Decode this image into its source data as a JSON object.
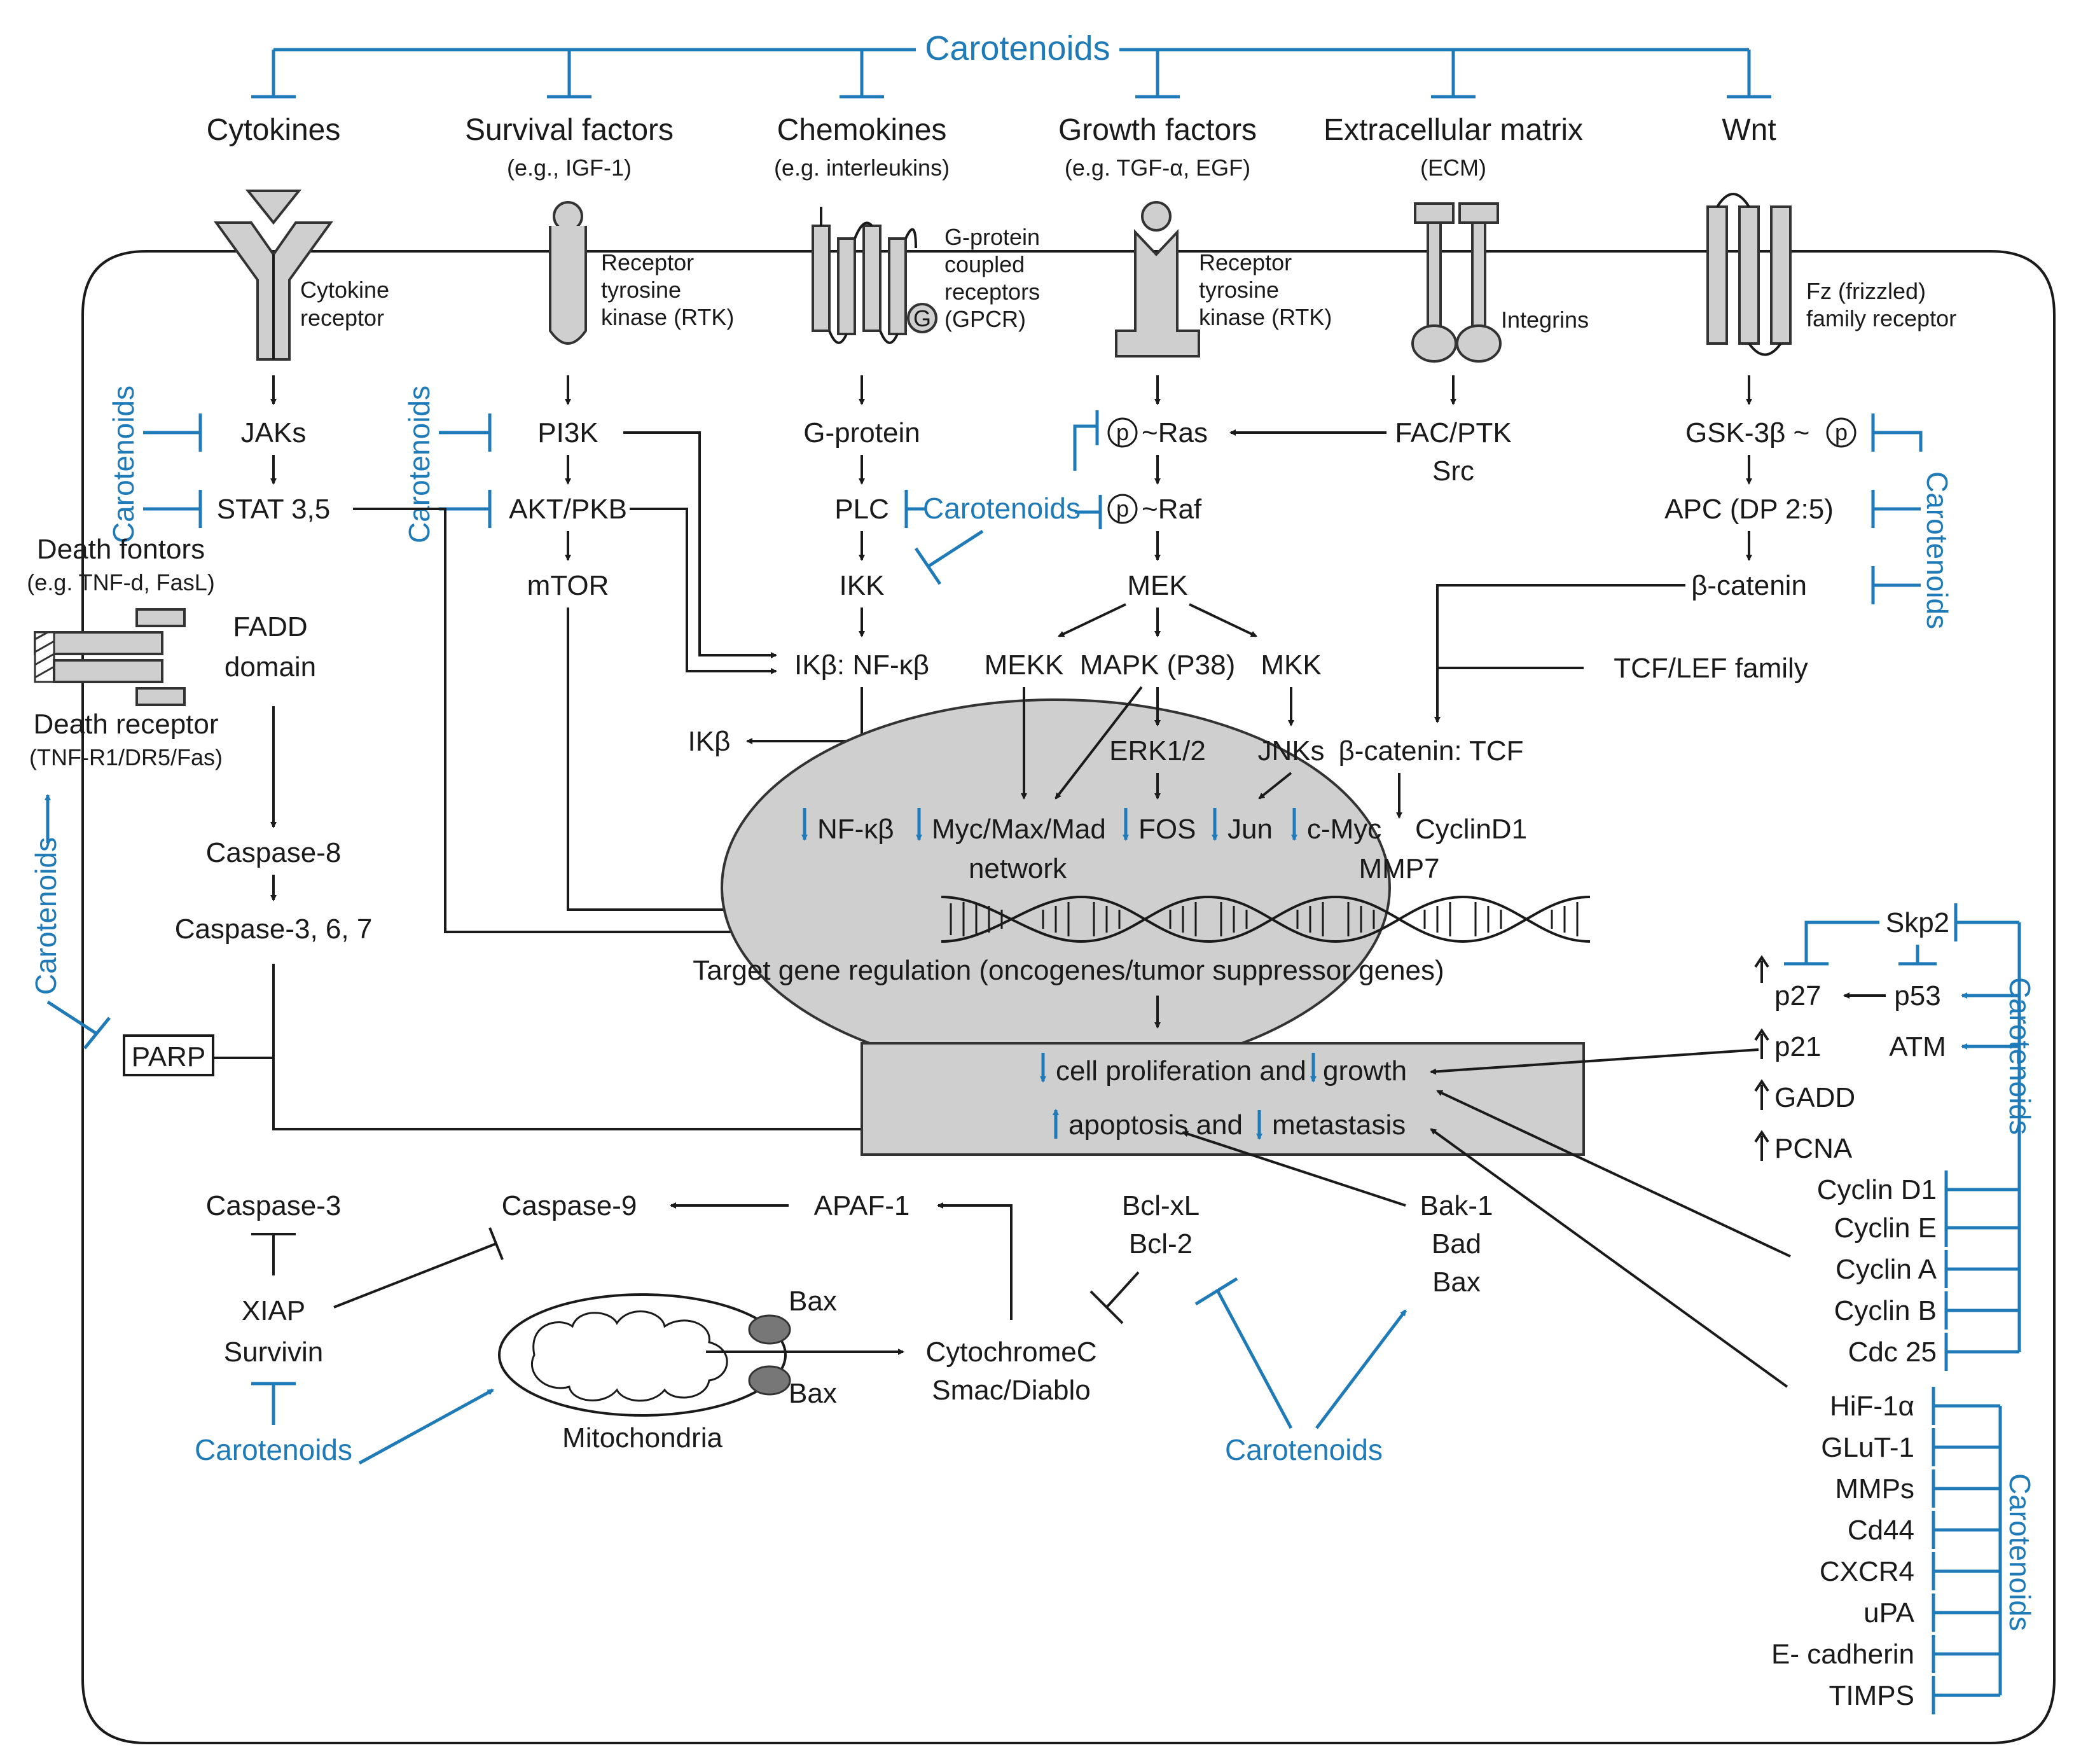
{
  "colors": {
    "inhibitor": "#1f7ab8",
    "nucleus_fill": "#cfcfcf",
    "line": "#1a1a1a"
  },
  "carotenoids_label": "Carotenoids",
  "ligands": [
    {
      "name": "Cytokines",
      "sub": ""
    },
    {
      "name": "Survival factors",
      "sub": "(e.g., IGF-1)"
    },
    {
      "name": "Chemokines",
      "sub": "(e.g. interleukins)"
    },
    {
      "name": "Growth factors",
      "sub": "(e.g. TGF-α, EGF)"
    },
    {
      "name": "Extracellular matrix",
      "sub": "(ECM)"
    },
    {
      "name": "Wnt",
      "sub": ""
    }
  ],
  "receptors": {
    "cytokine": [
      "Cytokine",
      "receptor"
    ],
    "rtk1": [
      "Receptor",
      "tyrosine",
      "kinase (RTK)"
    ],
    "gpcr": [
      "G-protein",
      "coupled",
      "receptors",
      "(GPCR)"
    ],
    "gpcr_g": "G",
    "rtk2": [
      "Receptor",
      "tyrosine",
      "kinase (RTK)"
    ],
    "integrins": "Integrins",
    "fz": [
      "Fz (frizzled)",
      "family receptor"
    ]
  },
  "nodes": {
    "jaks": "JAKs",
    "stat": "STAT 3,5",
    "death_fontors": "Death fontors",
    "death_fontors_sub": "(e.g. TNF-d, FasL)",
    "fadd": [
      "FADD",
      "domain"
    ],
    "death_receptor": "Death receptor",
    "death_receptor_sub": "(TNF-R1/DR5/Fas)",
    "casp8": "Caspase-8",
    "casp367": "Caspase-3, 6, 7",
    "parp": "PARP",
    "pi3k": "PI3K",
    "akt": "AKT/PKB",
    "mtor": "mTOR",
    "gprotein": "G-protein",
    "plc": "PLC",
    "ikk": "IKK",
    "ikb_nfkb": "IKβ: NF-κβ",
    "ikb": "IKβ",
    "ras": "~Ras",
    "raf": "~Raf",
    "p_symbol": "p",
    "mek": "MEK",
    "mekk": "MEKK",
    "mapk": "MAPK (P38)",
    "mkk": "MKK",
    "fac": "FAC/PTK",
    "src": "Src",
    "gsk": "GSK-3β ~",
    "apc": "APC (DP 2:5)",
    "bcat": "β-catenin",
    "tcf_lef": "TCF/LEF family",
    "erk": "ERK1/2",
    "jnks": "JNKs",
    "bcat_tcf": "β-catenin: TCF",
    "nfkb": "NF-κβ",
    "myc_net": "Myc/Max/Mad",
    "network": "network",
    "fos": "FOS",
    "jun": "Jun",
    "cmyc": "c-Myc",
    "cyclind1": "CyclinD1",
    "mmp7": "MMP7",
    "target": "Target gene regulation (oncogenes/tumor suppressor genes)",
    "prolif_a": "cell proliferation and",
    "prolif_b": "growth",
    "apop_a": "apoptosis and",
    "apop_b": "metastasis",
    "casp3": "Caspase-3",
    "casp9": "Caspase-9",
    "apaf": "APAF-1",
    "xiap": "XIAP",
    "survivin": "Survivin",
    "mito": "Mitochondria",
    "bax": "Bax",
    "cytc": "CytochromeC",
    "smac": "Smac/Diablo",
    "bclxl": "Bcl-xL",
    "bcl2": "Bcl-2",
    "bak1": "Bak-1",
    "bad": "Bad",
    "bax2": "Bax",
    "skp2": "Skp2",
    "p27": "p27",
    "p53": "p53",
    "p21": "p21",
    "atm": "ATM",
    "gadd": "GADD",
    "pcna": "PCNA"
  },
  "cyclins": [
    "Cyclin D1",
    "Cyclin E",
    "Cyclin A",
    "Cyclin B",
    "Cdc 25"
  ],
  "metastasis_markers": [
    "HiF-1α",
    "GLuT-1",
    "MMPs",
    "Cd44",
    "CXCR4",
    "uPA",
    "E- cadherin",
    "TIMPS"
  ]
}
